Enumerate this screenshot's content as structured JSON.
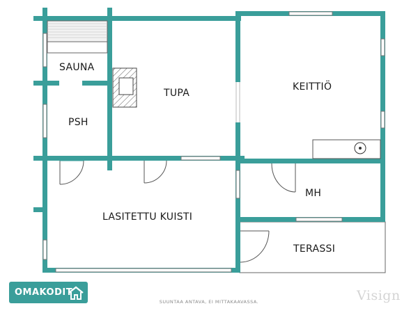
{
  "rooms": {
    "sauna": "SAUNA",
    "psh": "PSH",
    "tupa": "TUPA",
    "keittio": "KEITTIÖ",
    "mh": "MH",
    "lasitettu_kuisti": "LASITETTU KUISTI",
    "terassi": "TERASSI"
  },
  "footer": {
    "brand": "OMAKODIT",
    "disclaimer": "SUUNTAA ANTAVA, EI MITTAKAAVASSA.",
    "watermark": "Visign"
  },
  "colors": {
    "wall": "#3a9e9a",
    "brand": "#3a9e9a",
    "line": "#777777"
  },
  "icons": [
    "stove-icon",
    "sink-icon",
    "house-icon",
    "window-icon",
    "door-swing-icon"
  ]
}
